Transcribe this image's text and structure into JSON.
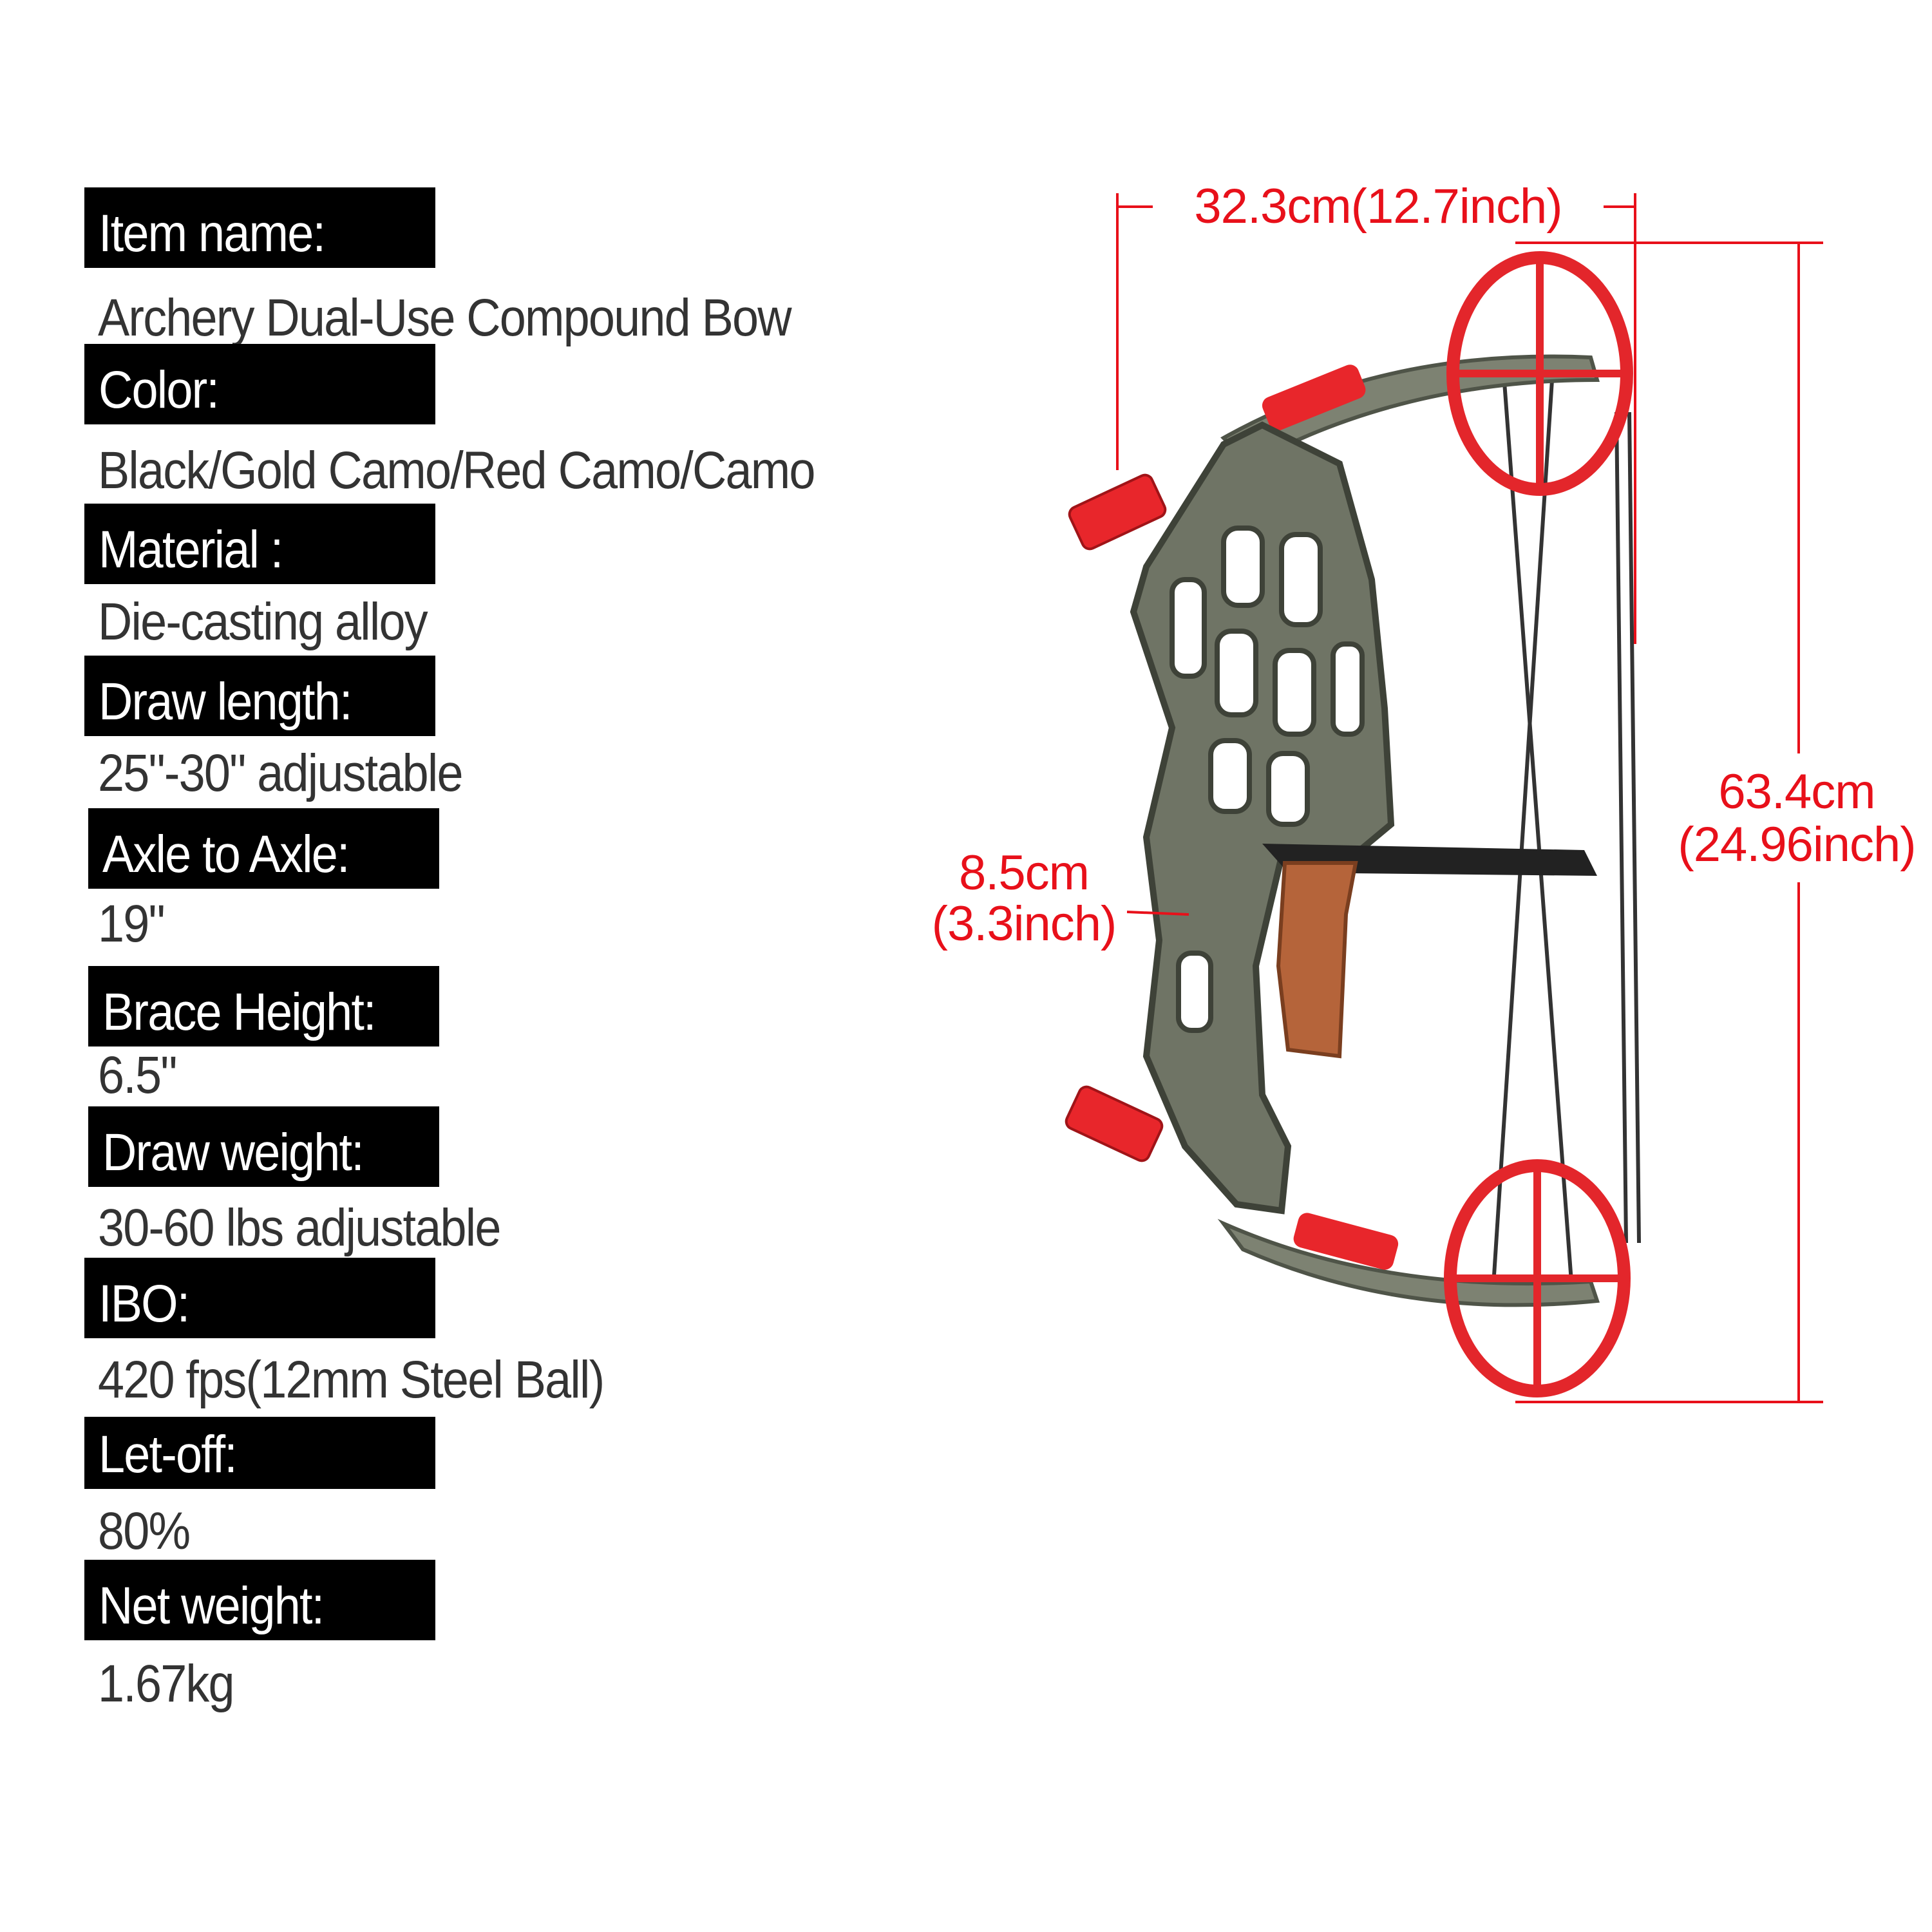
{
  "specs": [
    {
      "label": "Item name:",
      "value": "Archery Dual-Use Compound Bow"
    },
    {
      "label": "Color:",
      "value": "Black/Gold Camo/Red Camo/Camo"
    },
    {
      "label": "Material :",
      "value": "Die-casting alloy"
    },
    {
      "label": "Draw length:",
      "value": "25\"-30\" adjustable"
    },
    {
      "label": "Axle to Axle:",
      "value": "19\""
    },
    {
      "label": "Brace Height:",
      "value": " 6.5\""
    },
    {
      "label": "Draw weight:",
      "value": " 30-60 lbs adjustable"
    },
    {
      "label": "IBO:",
      "value": "420 fps(12mm Steel Ball)"
    },
    {
      "label": "Let-off:",
      "value": "80%"
    },
    {
      "label": "Net weight:",
      "value": "1.67kg"
    }
  ],
  "dimensions": {
    "width": "32.3cm(12.7inch)",
    "height_cm": "63.4cm",
    "height_in": "(24.96inch)",
    "brace_cm": "8.5cm",
    "brace_in": "(3.3inch)"
  },
  "colors": {
    "dimension": "#e8101a",
    "label_bg": "#000000",
    "value_text": "#333333",
    "cam": "#e3262b",
    "grip": "#b5643a"
  }
}
